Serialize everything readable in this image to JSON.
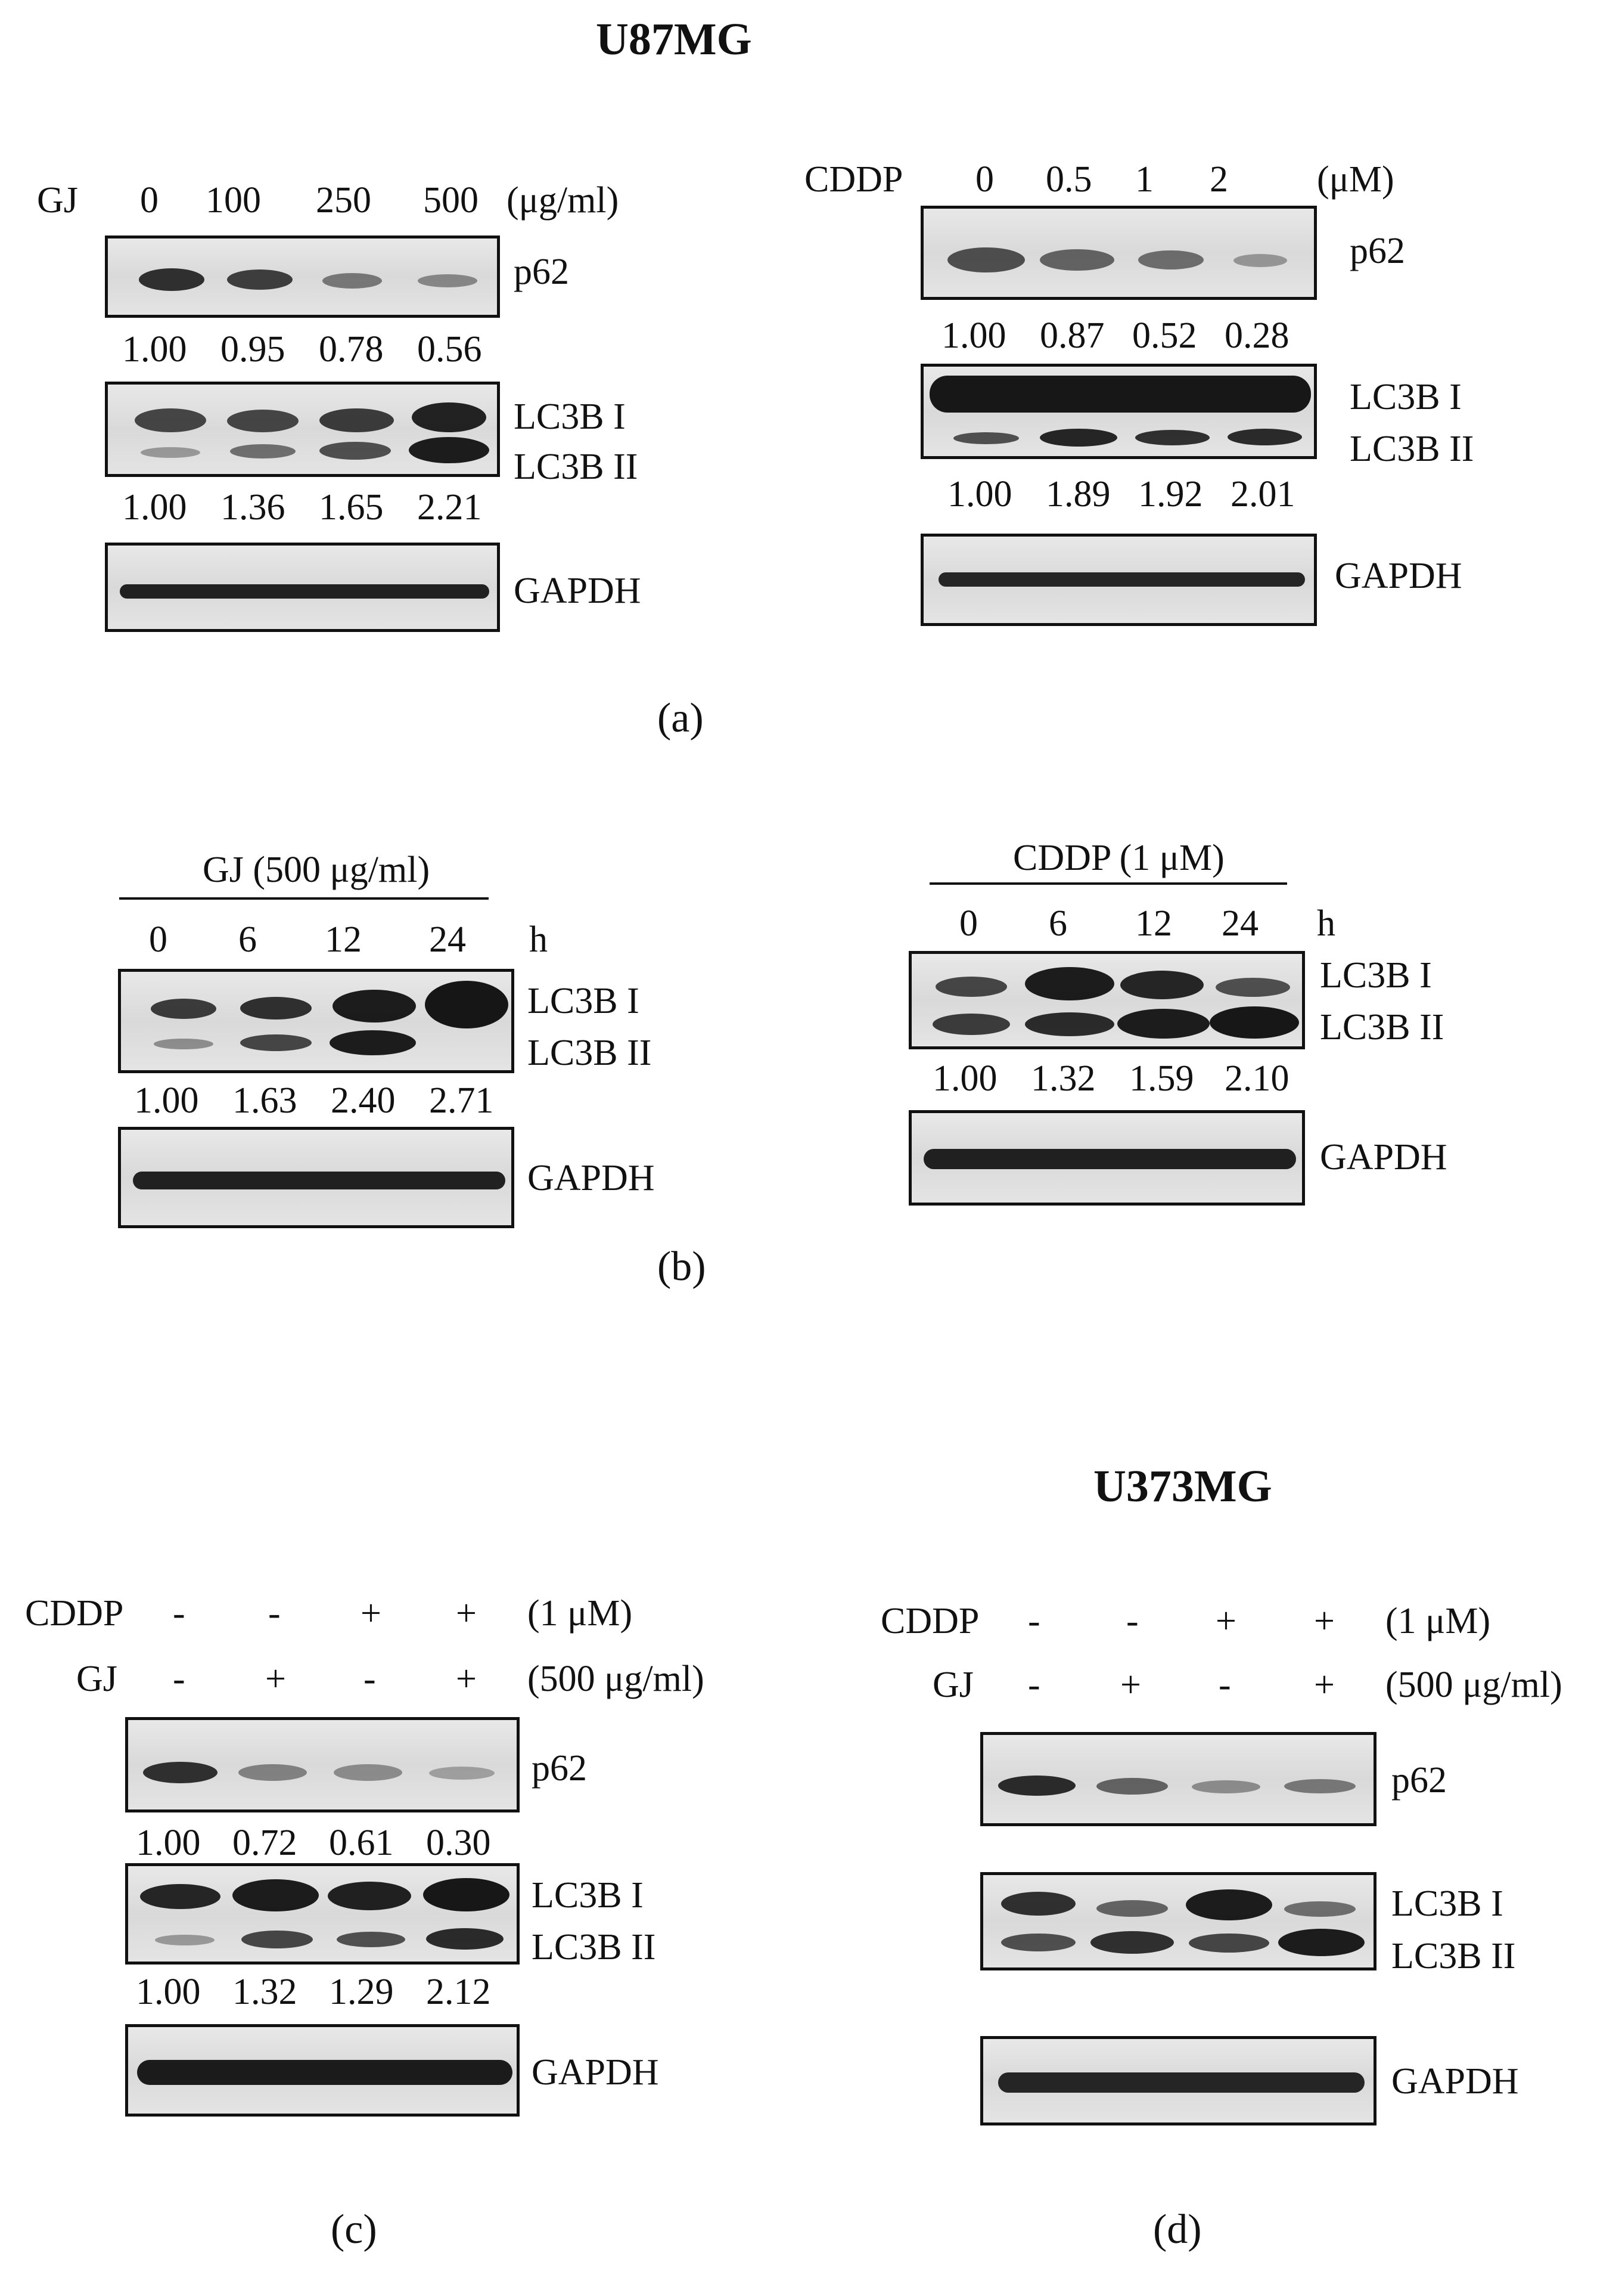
{
  "figure": {
    "cell_line_top": "U87MG",
    "cell_line_bottom": "U373MG",
    "panel_labels": {
      "a": "(a)",
      "b": "(b)",
      "c": "(c)",
      "d": "(d)"
    }
  },
  "panel_a_left": {
    "treatment_label": "GJ",
    "doses": [
      "0",
      "100",
      "250",
      "500"
    ],
    "unit": "(μg/ml)",
    "blots": [
      {
        "labels": [
          "p62"
        ],
        "quantification": [
          "1.00",
          "0.95",
          "0.78",
          "0.56"
        ]
      },
      {
        "labels": [
          "LC3B  I",
          "LC3B  II"
        ],
        "quantification": [
          "1.00",
          "1.36",
          "1.65",
          "2.21"
        ]
      },
      {
        "labels": [
          "GAPDH"
        ]
      }
    ]
  },
  "panel_a_right": {
    "treatment_label": "CDDP",
    "doses": [
      "0",
      "0.5",
      "1",
      "2"
    ],
    "unit": "(μM)",
    "blots": [
      {
        "labels": [
          "p62"
        ],
        "quantification": [
          "1.00",
          "0.87",
          "0.52",
          "0.28"
        ]
      },
      {
        "labels": [
          "LC3B  I",
          "LC3B  II"
        ],
        "quantification": [
          "1.00",
          "1.89",
          "1.92",
          "2.01"
        ]
      },
      {
        "labels": [
          "GAPDH"
        ]
      }
    ]
  },
  "panel_b_left": {
    "condition": "GJ (500 μg/ml)",
    "times": [
      "0",
      "6",
      "12",
      "24"
    ],
    "time_unit": "h",
    "blots": [
      {
        "labels": [
          "LC3B  I",
          "LC3B  II"
        ],
        "quantification": [
          "1.00",
          "1.63",
          "2.40",
          "2.71"
        ]
      },
      {
        "labels": [
          "GAPDH"
        ]
      }
    ]
  },
  "panel_b_right": {
    "condition": "CDDP (1 μM)",
    "times": [
      "0",
      "6",
      "12",
      "24"
    ],
    "time_unit": "h",
    "blots": [
      {
        "labels": [
          "LC3B  I",
          "LC3B  II"
        ],
        "quantification": [
          "1.00",
          "1.32",
          "1.59",
          "2.10"
        ]
      },
      {
        "labels": [
          "GAPDH"
        ]
      }
    ]
  },
  "panel_c": {
    "rows": [
      {
        "label": "CDDP",
        "signs": [
          "-",
          "-",
          "+",
          "+"
        ],
        "unit": "(1 μM)"
      },
      {
        "label": "GJ",
        "signs": [
          "-",
          "+",
          "-",
          "+"
        ],
        "unit": "(500 μg/ml)"
      }
    ],
    "blots": [
      {
        "labels": [
          "p62"
        ],
        "quantification": [
          "1.00",
          "0.72",
          "0.61",
          "0.30"
        ]
      },
      {
        "labels": [
          "LC3B  I",
          "LC3B  II"
        ],
        "quantification": [
          "1.00",
          "1.32",
          "1.29",
          "2.12"
        ]
      },
      {
        "labels": [
          "GAPDH"
        ]
      }
    ]
  },
  "panel_d": {
    "rows": [
      {
        "label": "CDDP",
        "signs": [
          "-",
          "-",
          "+",
          "+"
        ],
        "unit": "(1 μM)"
      },
      {
        "label": "GJ",
        "signs": [
          "-",
          "+",
          "-",
          "+"
        ],
        "unit": "(500 μg/ml)"
      }
    ],
    "blots": [
      {
        "labels": [
          "p62"
        ]
      },
      {
        "labels": [
          "LC3B  I",
          "LC3B  II"
        ]
      },
      {
        "labels": [
          "GAPDH"
        ]
      }
    ]
  }
}
